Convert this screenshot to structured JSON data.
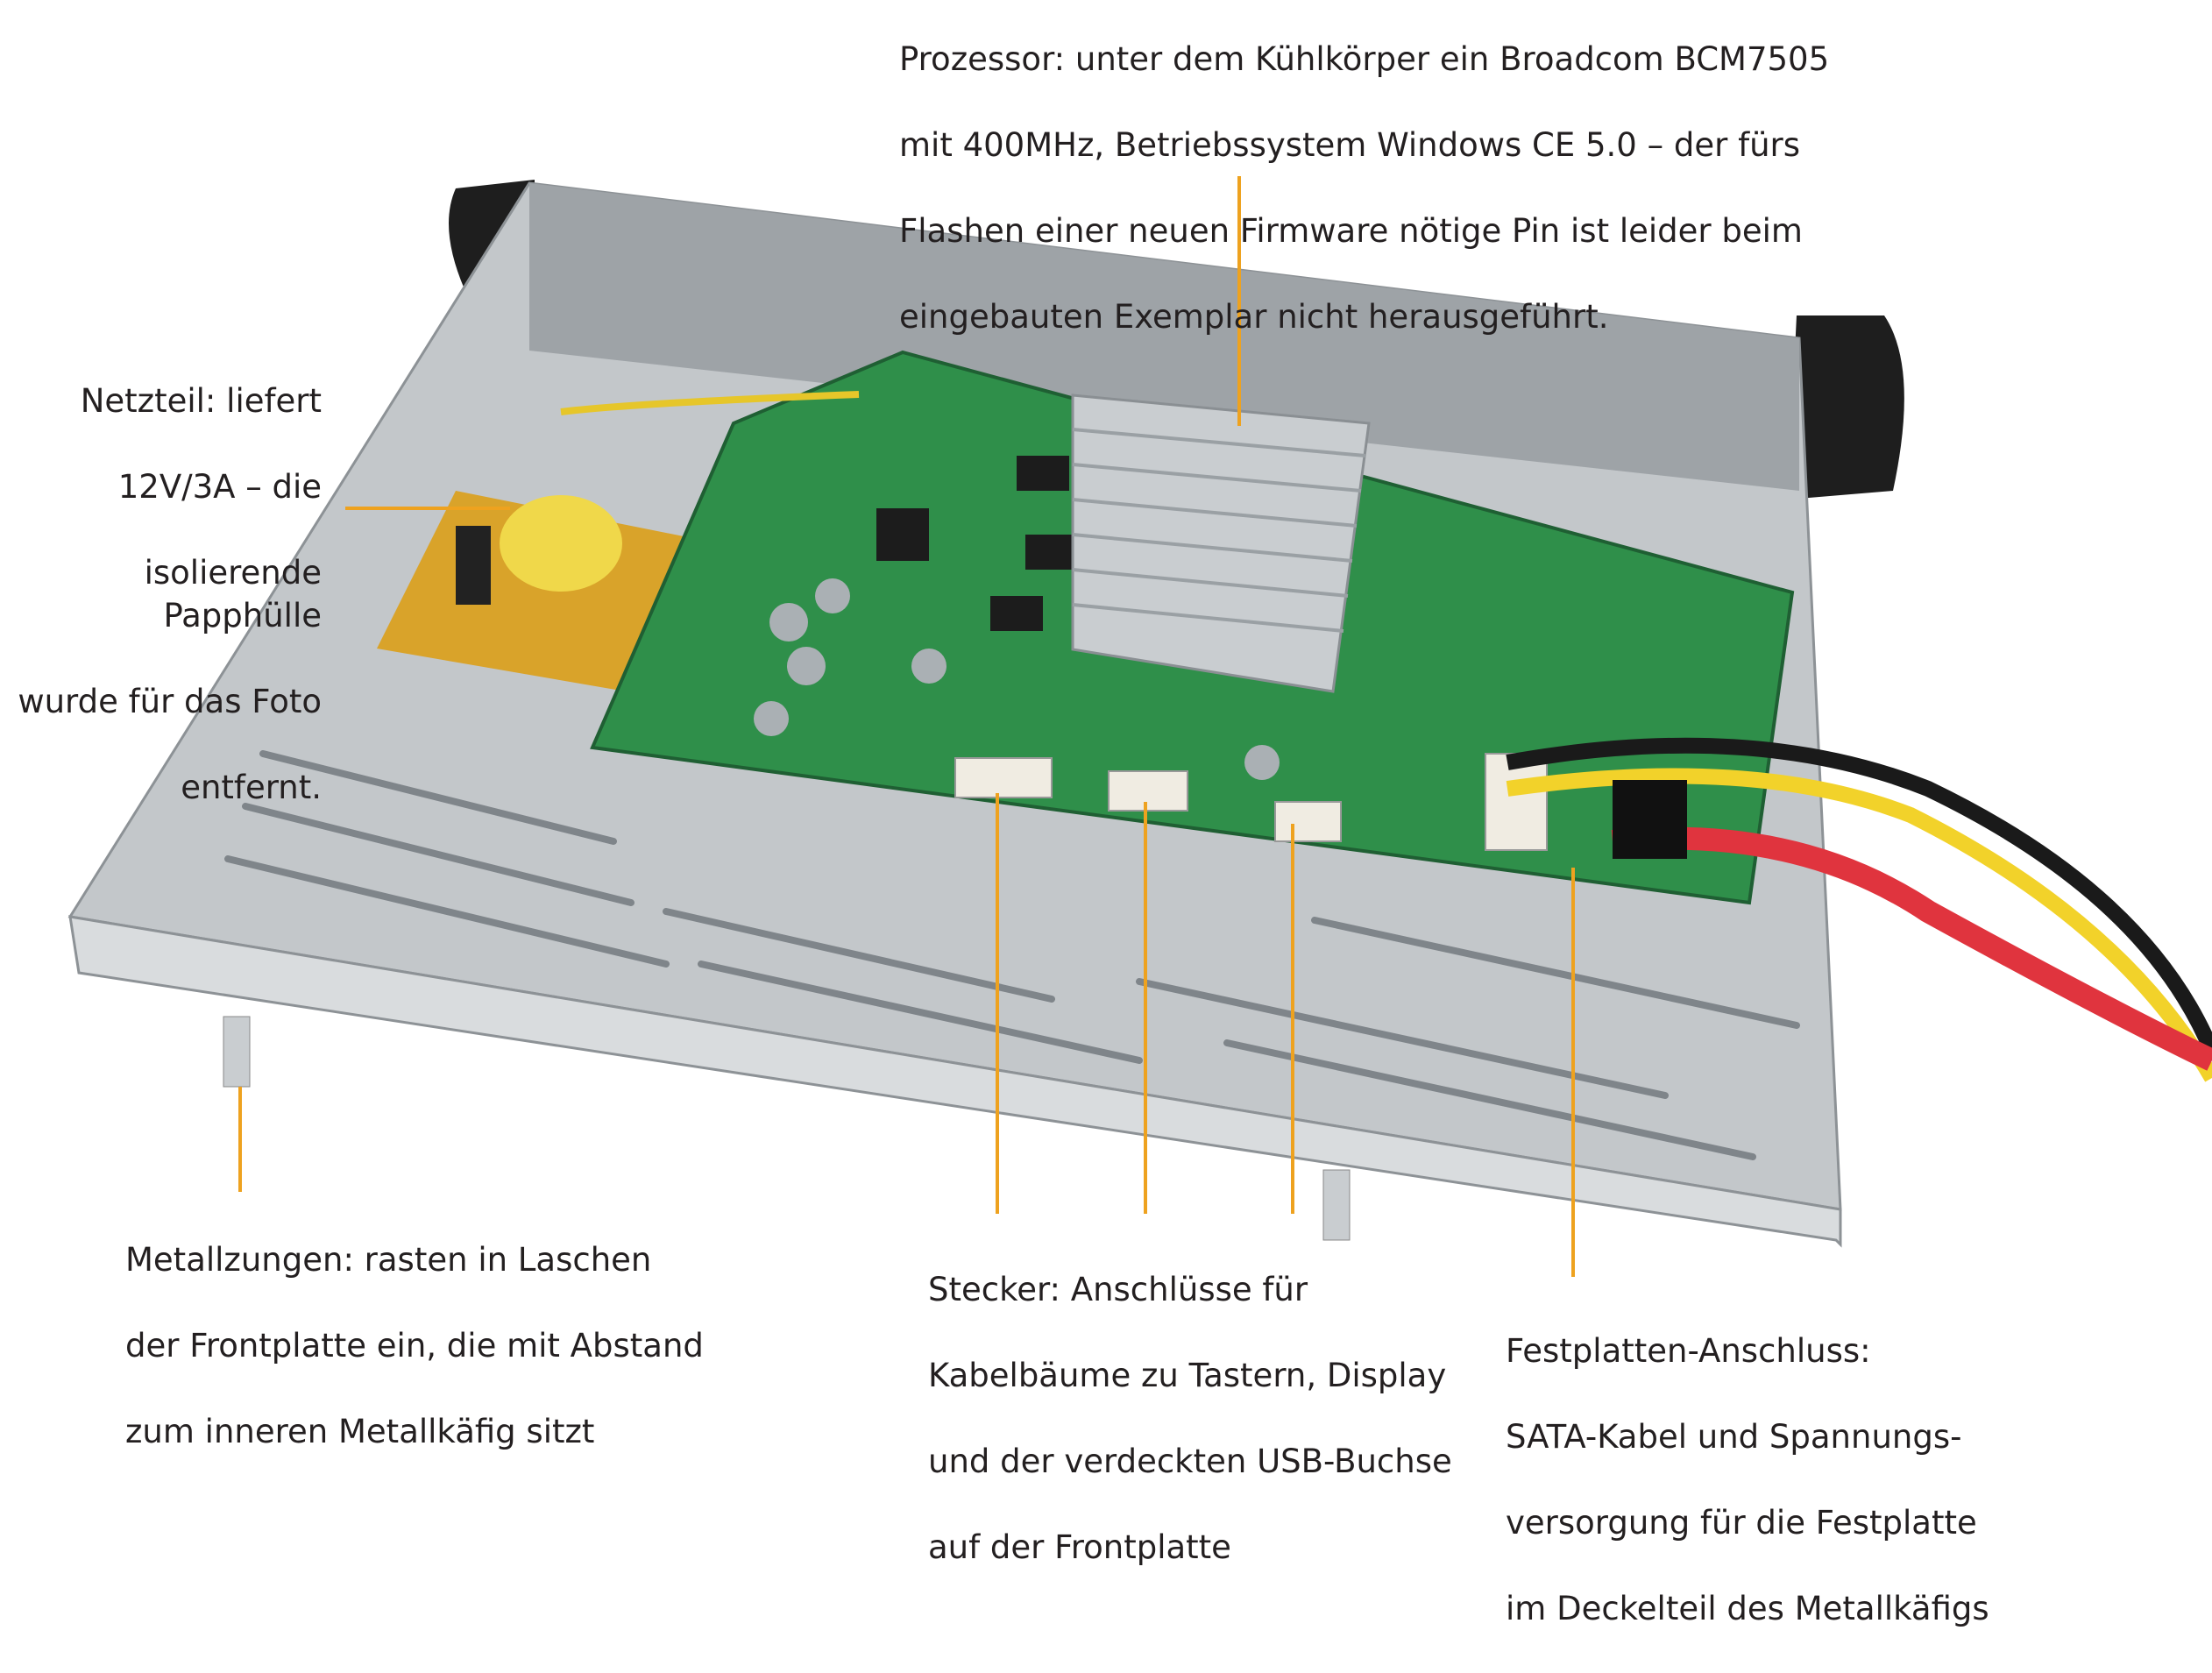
{
  "colors": {
    "leader": "#eea21f",
    "text": "#231f20",
    "pcb": "#2f8f4a",
    "chassis": "#b9bec2"
  },
  "captions": {
    "processor": [
      "Prozessor: unter dem Kühlkörper ein Broadcom BCM7505",
      "mit 400MHz, Betriebssystem Windows CE 5.0 – der fürs",
      "Flashen einer neuen Firmware nötige Pin ist leider beim",
      "eingebauten Exemplar nicht herausgeführt."
    ],
    "power_supply": [
      "Netzteil: liefert",
      "12V/3A – die",
      "isolierende Papphülle",
      "wurde für das Foto",
      "entfernt."
    ],
    "metal_tabs": [
      "Metallzungen: rasten in Laschen",
      "der Frontplatte ein, die mit Abstand",
      "zum inneren Metallkäfig sitzt"
    ],
    "connectors": [
      "Stecker: Anschlüsse für",
      "Kabelbäume zu Tastern, Display",
      "und der verdeckten USB-Buchse",
      "auf der Frontplatte"
    ],
    "hdd_connector": [
      "Festplatten-Anschluss:",
      "SATA-Kabel und Spannungs-",
      "versorgung für die Festplatte",
      "im Deckelteil des Metallkäfigs"
    ]
  }
}
